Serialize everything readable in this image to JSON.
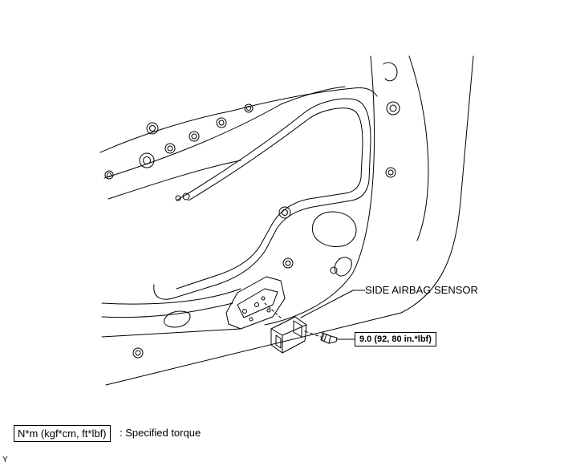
{
  "callouts": {
    "sensor_label": "SIDE AIRBAG SENSOR",
    "torque_value": "9.0 (92, 80 in.*lbf)"
  },
  "legend": {
    "unit_box": "N*m (kgf*cm, ft*lbf)",
    "description": ": Specified torque"
  },
  "figure_code": "Y"
}
